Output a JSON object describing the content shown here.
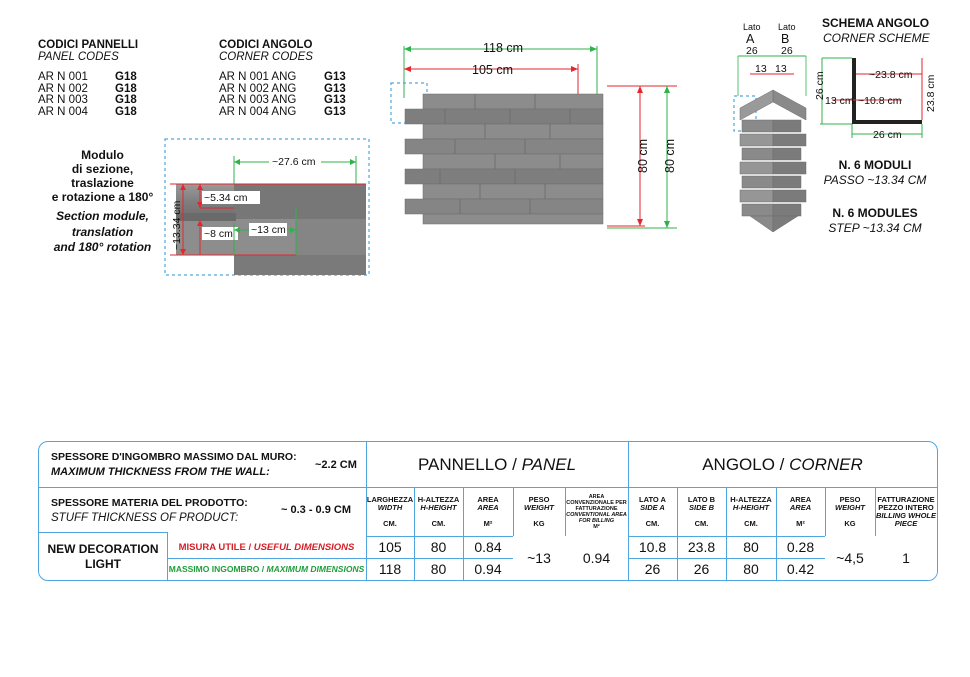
{
  "panel_codes": {
    "title": "CODICI PANNELLI",
    "subtitle": "PANEL CODES",
    "rows": [
      {
        "code": "AR N 001",
        "grade": "G18"
      },
      {
        "code": "AR N 002",
        "grade": "G18"
      },
      {
        "code": "AR N 003",
        "grade": "G18"
      },
      {
        "code": "AR N 004",
        "grade": "G18"
      }
    ]
  },
  "corner_codes": {
    "title": "CODICI ANGOLO",
    "subtitle": "CORNER CODES",
    "rows": [
      {
        "code": "AR N 001 ANG",
        "grade": "G13"
      },
      {
        "code": "AR N 002 ANG",
        "grade": "G13"
      },
      {
        "code": "AR N 003 ANG",
        "grade": "G13"
      },
      {
        "code": "AR N 004 ANG",
        "grade": "G13"
      }
    ]
  },
  "module": {
    "it_lines": [
      "Modulo",
      "di sezione, traslazione",
      "e rotazione a 180°"
    ],
    "en_lines": [
      "Section module,",
      "translation",
      "and 180° rotation"
    ],
    "dims": {
      "width": "~27.6 cm",
      "step": "~5.34 cm",
      "height": "~13.34 cm",
      "short": "~8 cm",
      "offset": "~13 cm"
    }
  },
  "panel_diagram": {
    "width_total": "118 cm",
    "width_useful": "105 cm",
    "height_useful": "80 cm",
    "height_total": "80 cm"
  },
  "corner_diagram": {
    "side_a_label": "Lato",
    "side_a_letter": "A",
    "side_b_label": "Lato",
    "side_b_letter": "B",
    "side_a_total": "26",
    "side_b_total": "26",
    "side_a_useful": "13",
    "side_b_useful": "13"
  },
  "corner_scheme": {
    "title": "SCHEMA ANGOLO",
    "subtitle": "CORNER SCHEME",
    "dims": {
      "outer_left": "26 cm",
      "inner_top": "~23.8 cm",
      "inner_left": "13 cm",
      "inner_small": "~10.8 cm",
      "right_height": "23.8 cm",
      "bottom": "26 cm"
    },
    "modules_it": "N. 6 MODULI",
    "step_it": "PASSO ~13.34 CM",
    "modules_en": "N. 6 MODULES",
    "step_en": "STEP ~13.34 CM"
  },
  "table": {
    "max_thickness_it": "SPESSORE D'INGOMBRO MASSIMO DAL MURO:",
    "max_thickness_en": "MAXIMUM THICKNESS FROM THE WALL:",
    "max_thickness_val": "~2.2 CM",
    "stuff_thickness_it": "SPESSORE MATERIA DEL PRODOTTO:",
    "stuff_thickness_en": "STUFF THICKNESS OF PRODUCT:",
    "stuff_thickness_val": "~ 0.3 - 0.9  CM",
    "panel_title_it": "PANNELLO / ",
    "panel_title_en": "PANEL",
    "corner_title_it": "ANGOLO / ",
    "corner_title_en": "CORNER",
    "product_name_1": "NEW DECORATION",
    "product_name_2": "LIGHT",
    "useful_it": "MISURA UTILE / ",
    "useful_en": "USEFUL DIMENSIONS",
    "max_it": "MASSIMO INGOMBRO / ",
    "max_en": "MAXIMUM DIMENSIONS",
    "headers": [
      {
        "it": "LARGHEZZA",
        "en": "WIDTH",
        "unit": "CM."
      },
      {
        "it": "H-ALTEZZA",
        "en": "H-HEIGHT",
        "unit": "CM."
      },
      {
        "it": "AREA",
        "en": "AREA",
        "unit": "M²"
      },
      {
        "it": "PESO",
        "en": "WEIGHT",
        "unit": "KG"
      },
      {
        "it": "AREA CONVENZIONALE PER FATTURAZIONE",
        "en": "CONVENTIONAL AREA FOR BILLING",
        "unit": "M²"
      },
      {
        "it": "LATO A",
        "en": "SIDE A",
        "unit": "CM."
      },
      {
        "it": "LATO B",
        "en": "SIDE B",
        "unit": "CM."
      },
      {
        "it": "H-ALTEZZA",
        "en": "H-HEIGHT",
        "unit": "CM."
      },
      {
        "it": "AREA",
        "en": "AREA",
        "unit": "M²"
      },
      {
        "it": "PESO",
        "en": "WEIGHT",
        "unit": "KG"
      },
      {
        "it": "FATTURAZIONE PEZZO INTERO",
        "en": "BILLING WHOLE PIECE",
        "unit": ""
      }
    ],
    "useful_row": [
      "105",
      "80",
      "0.84",
      "10.8",
      "23.8",
      "80",
      "0.28"
    ],
    "max_row": [
      "118",
      "80",
      "0.94",
      "26",
      "26",
      "80",
      "0.42"
    ],
    "panel_weight": "~13",
    "panel_billing": "0.94",
    "corner_weight": "~4,5",
    "corner_billing": "1"
  },
  "colors": {
    "border": "#4fa6e0",
    "dim_green": "#2fb24a",
    "dim_red": "#e5262c",
    "dashed": "#4fa6e0",
    "useful_red": "#d4202a",
    "max_green": "#1f9e3a"
  }
}
